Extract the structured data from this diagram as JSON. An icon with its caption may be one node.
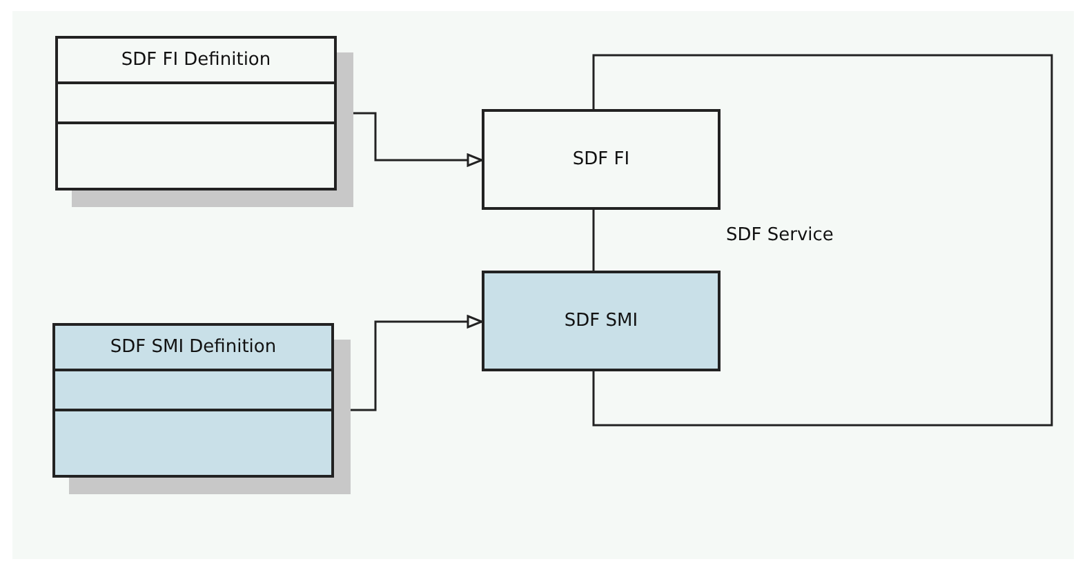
{
  "diagram": {
    "nodes": [
      {
        "text": [
          "SDF FI Definition"
        ]
      },
      {
        "text": [
          "SDF FI"
        ]
      },
      {
        "text": [
          "SDF SMI"
        ]
      },
      {
        "text": [
          "SDF SMI Definition"
        ]
      }
    ],
    "edges": [
      {
        "from": 0,
        "to": 1,
        "arrow": "to"
      },
      {
        "from": 3,
        "to": 2,
        "arrow": "to"
      },
      {
        "from": 1,
        "to": 2,
        "arrow": "none"
      },
      {
        "from": 1,
        "to": 2,
        "arrow": "none"
      }
    ],
    "labels": [
      "SDF Service"
    ]
  }
}
